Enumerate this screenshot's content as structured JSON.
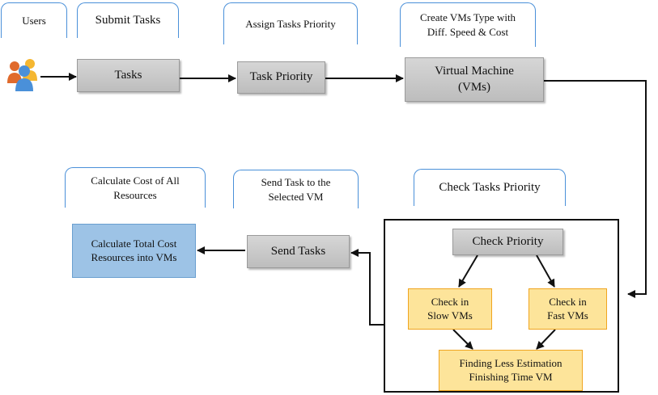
{
  "notes": {
    "users": "Users",
    "submit_tasks": "Submit Tasks",
    "assign_priority": "Assign Tasks Priority",
    "create_vms_line1": "Create VMs Type with",
    "create_vms_line2": "Diff. Speed & Cost",
    "calc_cost_line1": "Calculate Cost of All",
    "calc_cost_line2": "Resources",
    "send_task_line1": "Send Task to the",
    "send_task_line2": "Selected VM",
    "check_tasks_priority": "Check Tasks Priority"
  },
  "nodes": {
    "tasks": "Tasks",
    "task_priority": "Task Priority",
    "vm_line1": "Virtual Machine",
    "vm_line2": "(VMs)",
    "send_tasks": "Send Tasks",
    "calc_total_line1": "Calculate Total Cost",
    "calc_total_line2": "Resources into VMs",
    "check_priority": "Check Priority",
    "slow_line1": "Check in",
    "slow_line2": "Slow VMs",
    "fast_line1": "Check in",
    "fast_line2": "Fast VMs",
    "finding_line1": "Finding Less Estimation",
    "finding_line2": "Finishing Time VM"
  },
  "icons": {
    "users": "users-group-icon"
  },
  "colors": {
    "note_border": "#4a90d9",
    "gray_node": "#c8c8c8",
    "orange_node": "#fde49a",
    "orange_border": "#f0a520",
    "blue_node": "#9dc3e6",
    "arrow": "#111111"
  }
}
